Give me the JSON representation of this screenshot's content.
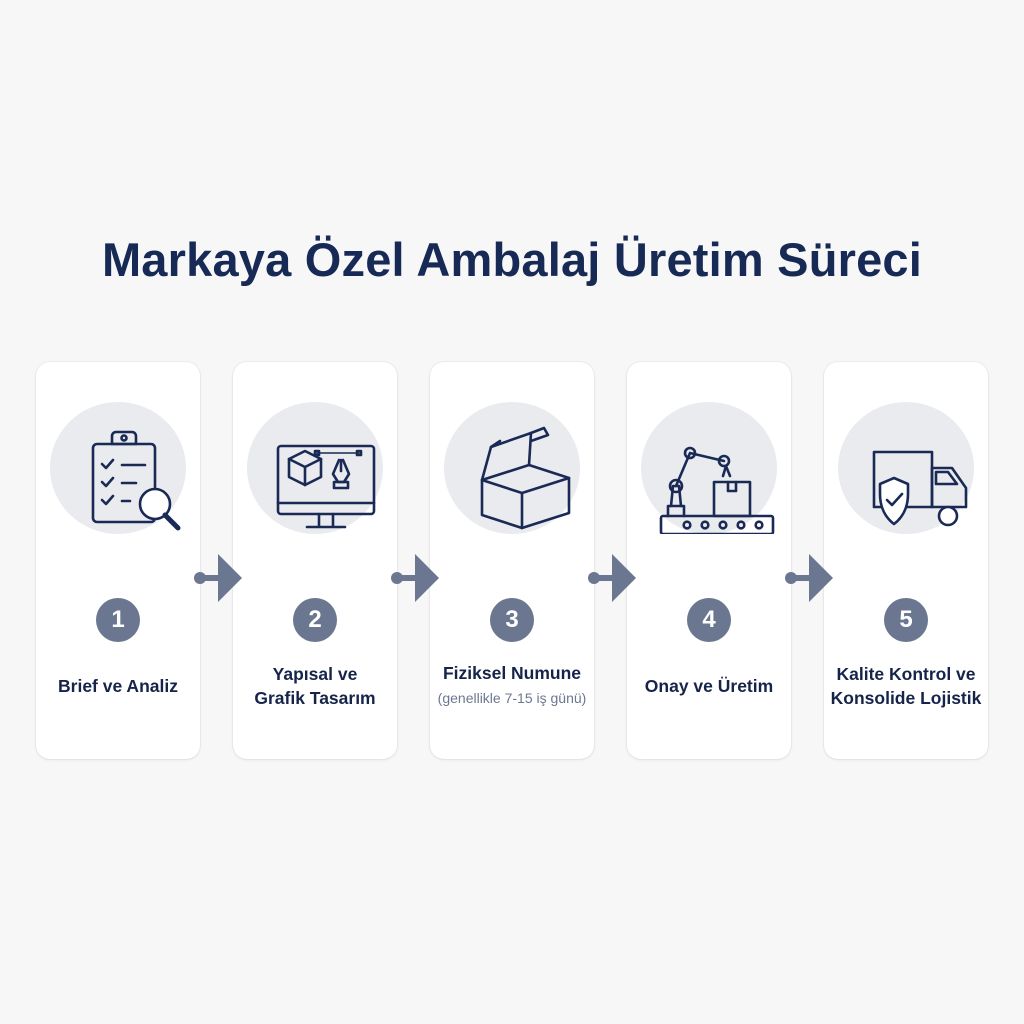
{
  "title": "Markaya Özel Ambalaj Üretim Süreci",
  "colors": {
    "title": "#172a55",
    "badge": "#6b7790",
    "arrow": "#6b7790",
    "icon_stroke": "#1a2a55",
    "icon_bg": "#e9ebef"
  },
  "steps": [
    {
      "number": "1",
      "icon": "clipboard-magnifier-icon",
      "label_lines": [
        "Brief ve Analiz"
      ]
    },
    {
      "number": "2",
      "icon": "monitor-design-icon",
      "label_lines": [
        "Yapısal ve",
        "Grafik Tasarım"
      ]
    },
    {
      "number": "3",
      "icon": "open-box-icon",
      "label_lines": [
        "Fiziksel Numune"
      ],
      "note": "(genellikle 7-15 iş günü)"
    },
    {
      "number": "4",
      "icon": "robot-arm-conveyor-icon",
      "label_lines": [
        "Onay ve Üretim"
      ]
    },
    {
      "number": "5",
      "icon": "truck-shield-icon",
      "label_lines": [
        "Kalite Kontrol ve",
        "Konsolide Lojistik"
      ]
    }
  ]
}
